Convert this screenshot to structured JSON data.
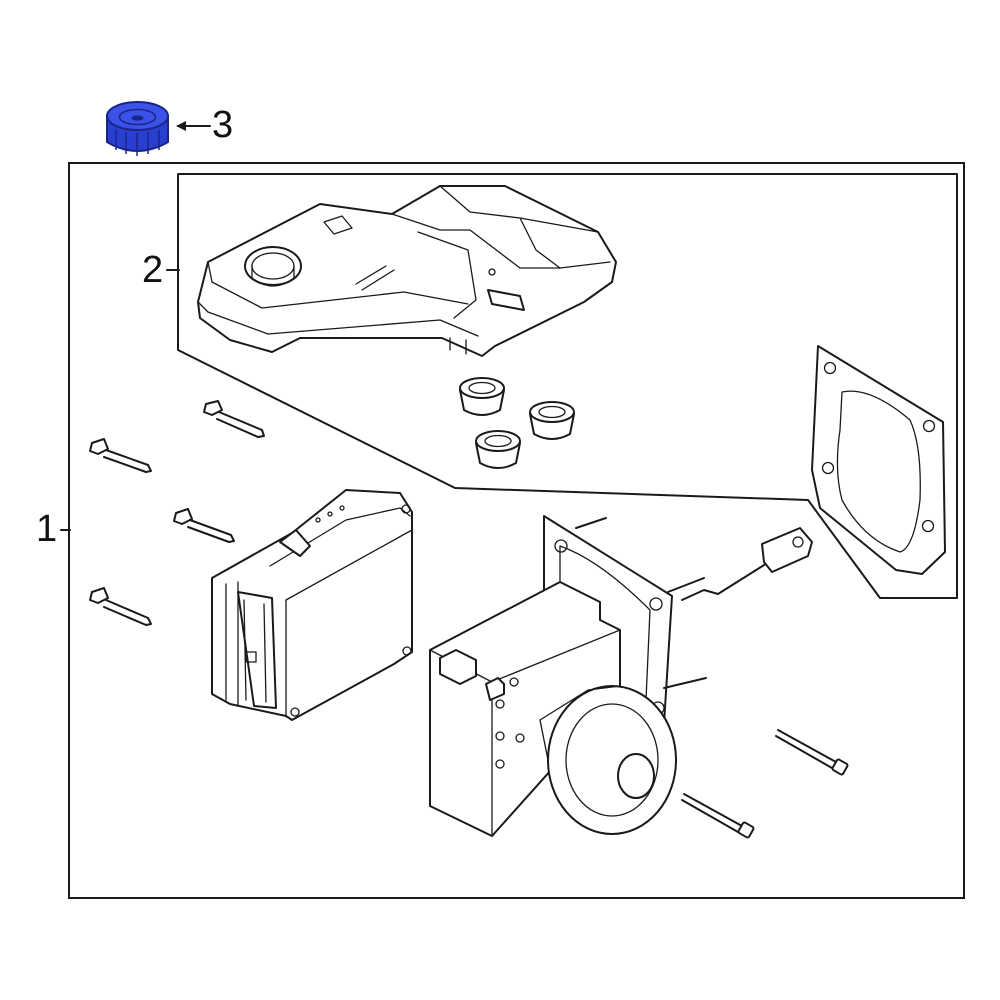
{
  "callouts": {
    "one": "1",
    "two": "2",
    "three": "3"
  },
  "colors": {
    "highlight": "#2a3fd0",
    "highlight_dark": "#1a2585",
    "line": "#1a1a1a",
    "background": "#ffffff"
  }
}
